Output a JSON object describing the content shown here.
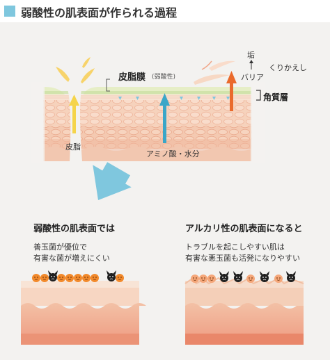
{
  "title": "弱酸性の肌表面が作られる過程",
  "diagram": {
    "sebum_film_label": "皮脂膜",
    "sebum_film_sub": "(弱酸性)",
    "sebum_label": "皮脂",
    "amino_label": "アミノ酸・水分",
    "stratum_label": "角質層",
    "dirt_label": "垢",
    "barrier_label": "バリア",
    "repeat_label": "くりかえし"
  },
  "left_panel": {
    "heading": "弱酸性の肌表面では",
    "line1": "善玉菌が優位で",
    "line2": "有害な菌が増えにくい"
  },
  "right_panel": {
    "heading": "アルカリ性の肌表面になると",
    "line1": "トラブルを起こしやすい肌は",
    "line2": "有害な悪玉菌も活発になりやすい"
  },
  "colors": {
    "accent": "#7fc7de",
    "sebum_arrow": "#f5d44a",
    "amino_arrow": "#3aa6c8",
    "barrier_arrow": "#ea6a2c",
    "good_bacteria": "#f28a2c",
    "bad_bacteria": "#1f1f1f"
  }
}
